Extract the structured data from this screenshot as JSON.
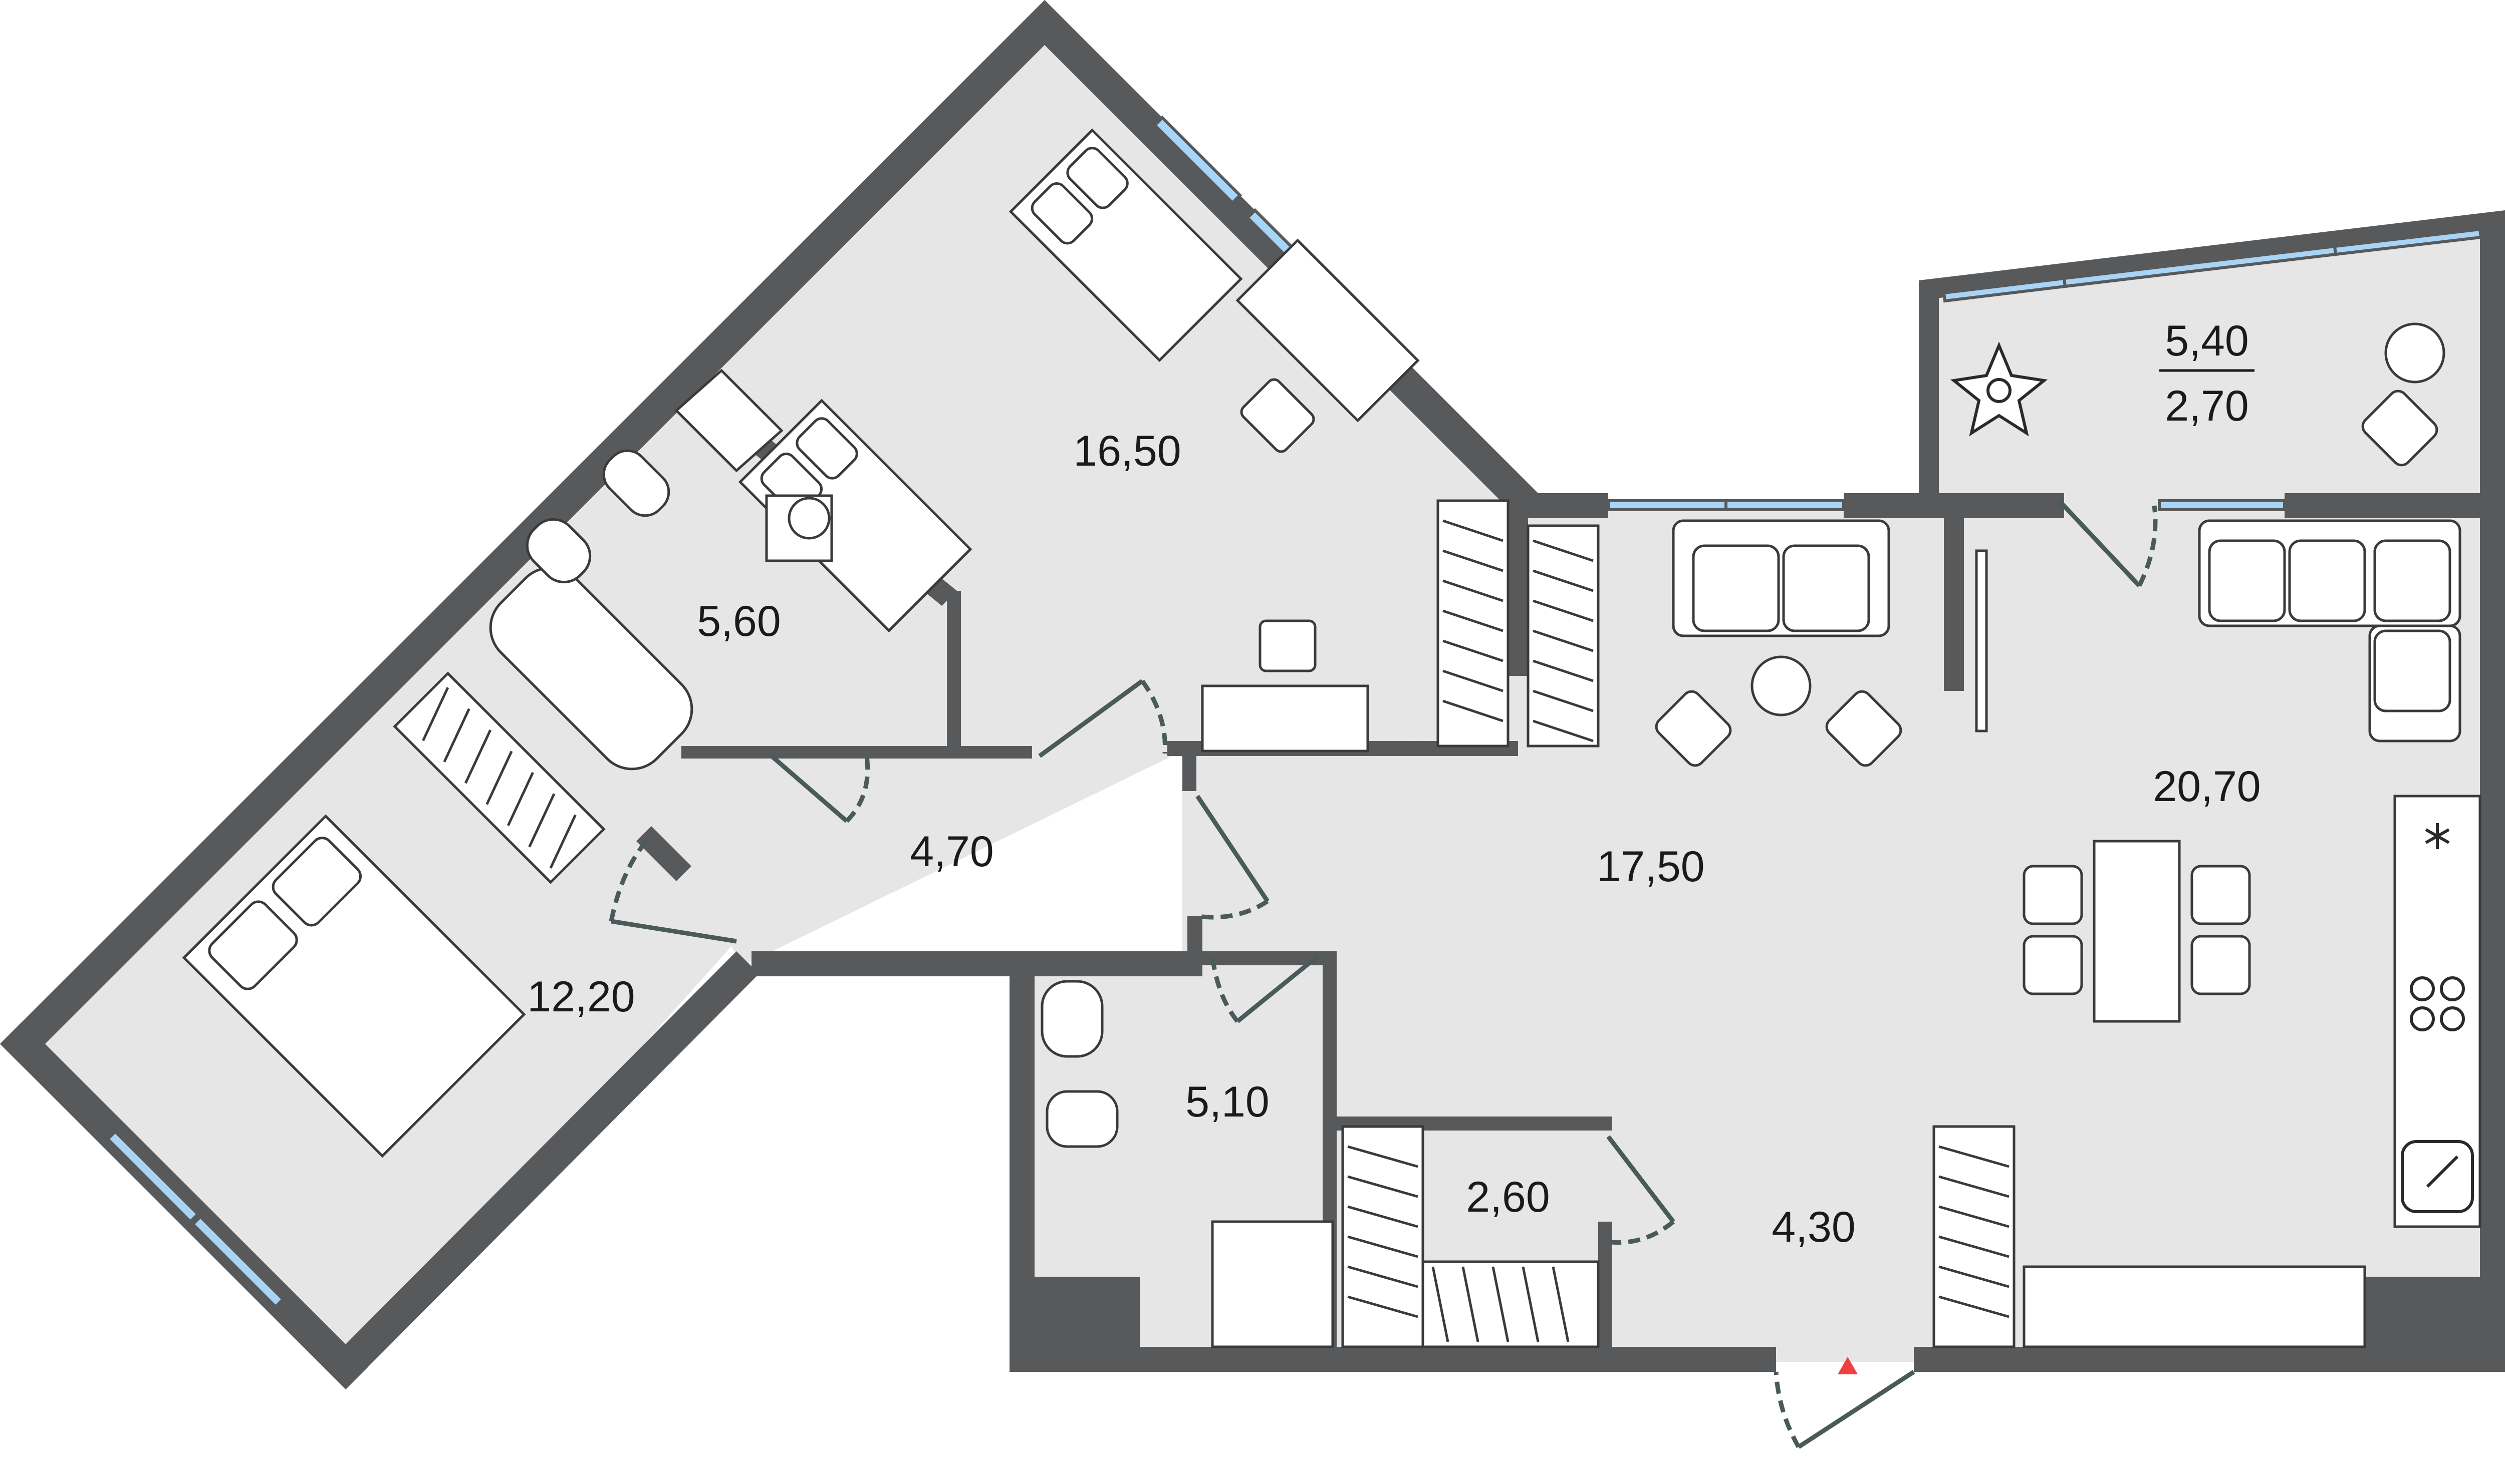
{
  "colors": {
    "wall": "#58595b",
    "floor": "#e6e6e7",
    "outside": "#ffffff",
    "window": "#a8d4f5",
    "furniture_stroke": "#3a3a3a",
    "door_line": "#4a5a58",
    "entrance_marker": "#ef4040"
  },
  "rooms": [
    {
      "id": "bedroom-top",
      "area": "16,50"
    },
    {
      "id": "bathroom",
      "area": "5,60"
    },
    {
      "id": "hall-left",
      "area": "4,70"
    },
    {
      "id": "bedroom-left",
      "area": "12,20"
    },
    {
      "id": "living-room",
      "area": "17,50"
    },
    {
      "id": "kitchen-dining",
      "area": "20,70"
    },
    {
      "id": "wc",
      "area": "5,10"
    },
    {
      "id": "storage",
      "area": "2,60"
    },
    {
      "id": "entry-hall",
      "area": "4,30"
    }
  ],
  "balcony": {
    "area_total": "5,40",
    "area_reduced": "2,70"
  },
  "icons": {
    "entrance": "entrance-triangle-icon",
    "plant": "plant-icon",
    "fridge": "snowflake-icon",
    "hob": "hob-icon",
    "sink": "sink-icon"
  }
}
